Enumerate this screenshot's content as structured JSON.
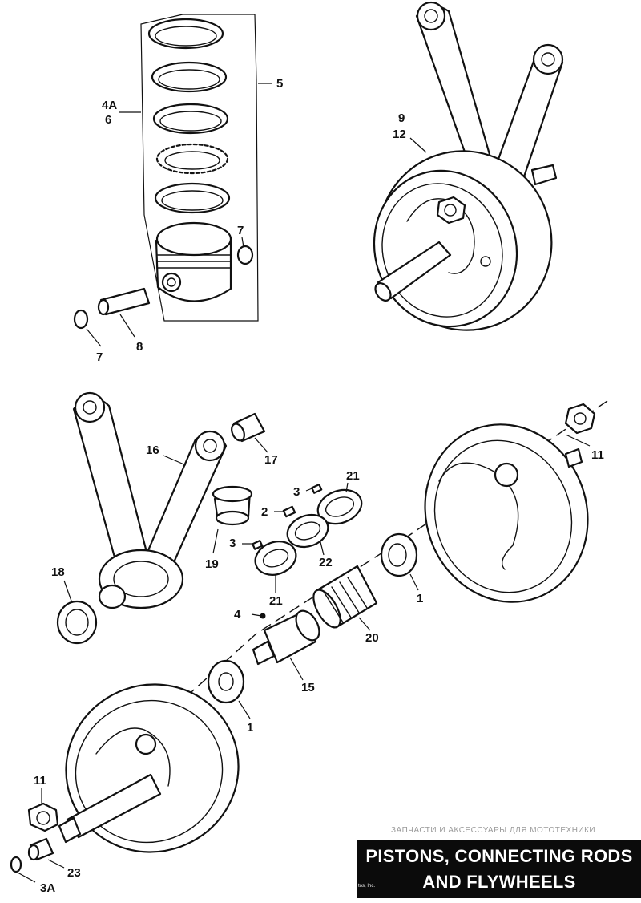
{
  "callouts": {
    "c5": "5",
    "c4A": "4A",
    "c6": "6",
    "c7a": "7",
    "c7b": "7",
    "c8": "8",
    "c9": "9",
    "c12": "12",
    "c16": "16",
    "c17": "17",
    "c11a": "11",
    "c3a": "3",
    "c21a": "21",
    "c2": "2",
    "c3b": "3",
    "c22": "22",
    "c19": "19",
    "c21b": "21",
    "c18": "18",
    "c1a": "1",
    "c4": "4",
    "c20": "20",
    "c15": "15",
    "c1b": "1",
    "c11b": "11",
    "c23": "23",
    "c3A": "3A"
  },
  "watermark": "ЗАПЧАСТИ И АКСЕССУАРЫ ДЛЯ МОТОТЕХНИКИ",
  "title": {
    "line1": "PISTONS, CONNECTING RODS",
    "line2": "AND FLYWHEELS"
  },
  "credit": "tos, Inc."
}
